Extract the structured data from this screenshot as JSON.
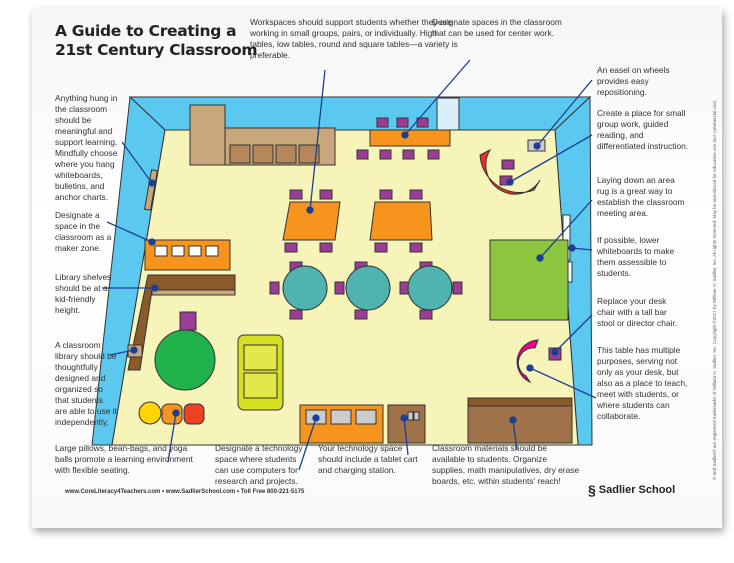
{
  "title": {
    "line1": "A Guide to Creating a",
    "line2": "21st Century Classroom"
  },
  "notes": {
    "workspaces": "Workspaces should support students whether they are working in small groups, pairs, or individually. High tables, low tables, round and square tables—a variety is preferable.",
    "centers": "Designate spaces in the classroom that can be used for center work.",
    "easel": "An easel on wheels provides easy repositioning.",
    "small_group": "Create a place for small group work, guided reading, and differentiated instruction.",
    "rug": "Laying down an area rug is a great way to establish the classroom meeting area.",
    "whiteboards": "If possible, lower whiteboards to make them assessible to students.",
    "desk_chair": "Replace your desk chair with a tall bar stool or director chair.",
    "table": "This table has multiple purposes, serving not only as your desk, but also as a place to teach, meet with students, or where students can collaborate.",
    "hung": "Anything hung in the classroom should be meaningful and support learning. Mindfully choose where you hang whiteboards, bulletins, and anchor charts.",
    "maker": "Designate a space in the classroom as a maker zone.",
    "shelves": "Library shelves should be at a kid-friendly height.",
    "library": "A classroom library should be thoughtfully designed and organized so that students are able to use it independently.",
    "pillows": "Large pillows, bean-bags, and yoga balls promote a learning environment with flexible seating.",
    "technology": "Designate a technology space where students can use computers for research and projects.",
    "tablet": "Your technology space should include a tablet cart and charging station.",
    "materials": "Classroom materials should be available to students. Organize supplies, math manipulatives, dry erase boards, etc. within students' reach!"
  },
  "footer": {
    "links": "www.CoreLiteracy4Teachers.com  •  www.SadlierSchool.com  •  Toll Free 800-221-5175",
    "logo": "Sadlier School"
  },
  "legal": "® and Sadlier® are registered trademarks of William H. Sadlier, Inc.   Copyright ©2017 by William H. Sadlier, Inc. All rights reserved.   May be reproduced for education use (not commercial use).",
  "colors": {
    "wall": "#5bc8ef",
    "floor": "#f6f4b8",
    "orange": "#f7941d",
    "purple": "#9b3d96",
    "teal": "#4fb3b0",
    "green": "#8cc63f",
    "brown": "#a0724a",
    "callout": "#1c3f94"
  }
}
